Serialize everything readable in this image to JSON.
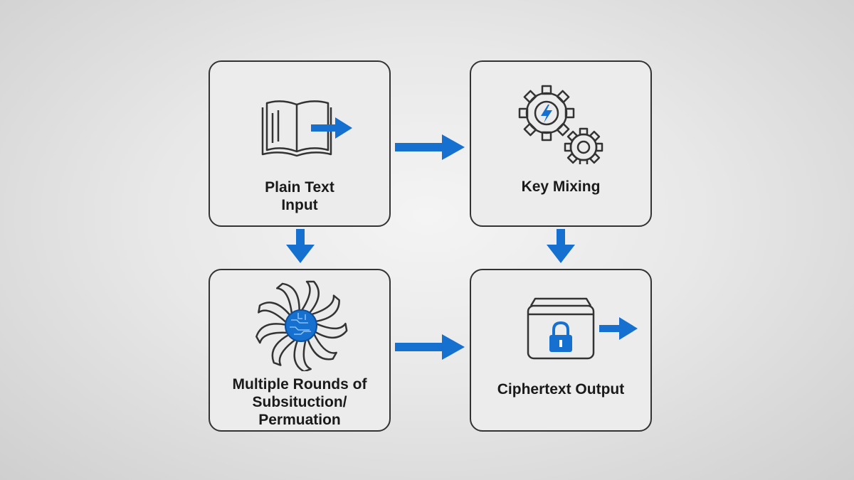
{
  "colors": {
    "accent": "#1670d0",
    "stroke": "#333333"
  },
  "steps": {
    "plain_text": {
      "label": "Plain Text\nInput",
      "icon": "open-book-icon"
    },
    "key_mixing": {
      "label": "Key Mixing",
      "icon": "gears-lightning-icon"
    },
    "rounds": {
      "label": "Multiple Rounds of\nSubsituction/\nPermuation",
      "icon": "swirl-chip-icon"
    },
    "ciphertext": {
      "label": "Ciphertext Output",
      "icon": "locked-box-icon"
    }
  },
  "connectors": [
    {
      "from": "Plain Text Input",
      "to": "Key Mixing"
    },
    {
      "from": "Plain Text Input",
      "to": "Multiple Rounds of Subsituction/Permuation"
    },
    {
      "from": "Key Mixing",
      "to": "Ciphertext Output"
    },
    {
      "from": "Multiple Rounds of Subsituction/Permuation",
      "to": "Ciphertext Output"
    }
  ]
}
